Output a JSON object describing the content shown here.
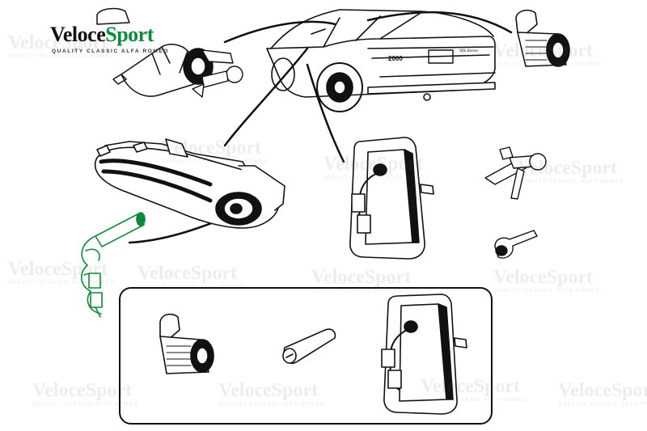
{
  "brand": {
    "name_part1": "Veloce",
    "name_part2": "Sport",
    "tagline": "QUALITY CLASSIC ALFA ROMEO",
    "colors": {
      "primary": "#0e8a3a",
      "ink": "#111111"
    }
  },
  "car": {
    "badge": "2000",
    "script": "Alfa Romeo"
  },
  "icons": [
    "door-handle-icon",
    "ignition-lock-icon",
    "key-icon",
    "boot-handle-icon",
    "lock-barrel-icon",
    "car-icon"
  ]
}
